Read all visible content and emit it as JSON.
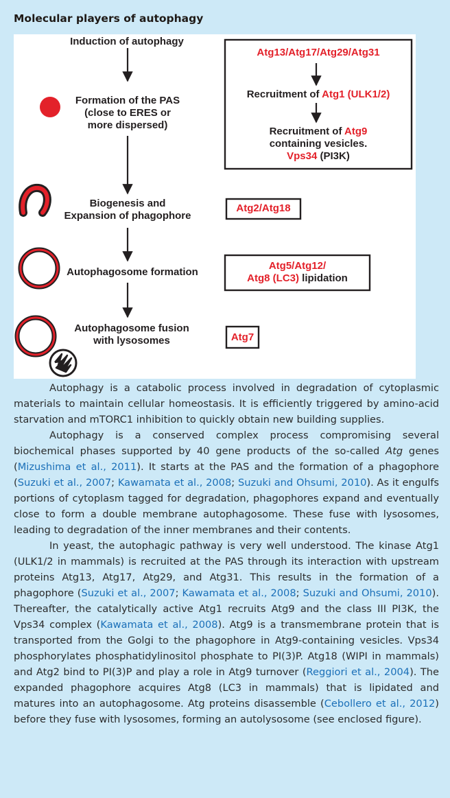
{
  "title": "Molecular players of autophagy",
  "figure": {
    "step1": "Induction of autophagy",
    "step2": [
      "Formation of the PAS",
      "(close to ERES or",
      "more dispersed)"
    ],
    "step3": [
      "Biogenesis and",
      "Expansion of phagophore"
    ],
    "step4": "Autophagosome formation",
    "step5": [
      "Autophagosome fusion",
      "with lysosomes"
    ],
    "box1": {
      "line1": "Atg13/Atg17/Atg29/Atg31",
      "line2_black": "Recruitment of ",
      "line2_red": "Atg1 (ULK1/2)",
      "line3_black": "Recruitment of ",
      "line3_red": "Atg9",
      "line4": "containing vesicles.",
      "line5_red": "Vps34",
      "line5_black": " (PI3K)"
    },
    "box2": "Atg2/Atg18",
    "box3": {
      "line1": "Atg5/Atg12/",
      "line2_red": "Atg8 (LC3)",
      "line2_black": " lipidation"
    },
    "box4": "Atg7",
    "colors": {
      "red": "#e3212a",
      "box_border": "#231f20"
    }
  },
  "paragraphs": {
    "p1": "Autophagy is a catabolic process involved in degradation of cytoplasmic materials to maintain cellular homeostasis. It is efficiently triggered by amino-acid starvation and mTORC1 inhibition to quickly obtain new building supplies.",
    "p2": {
      "a": "Autophagy is a conserved complex process compromising several biochemical phases supported by 40 gene products of the so-called ",
      "atg": "Atg",
      "b": " genes (",
      "ref1": "Mizushima et al., 2011",
      "c": "). It starts at the PAS and the formation of a phagophore (",
      "ref2": "Suzuki et al., 2007",
      "sep1": "; ",
      "ref3": "Kawamata et al., 2008",
      "sep2": "; ",
      "ref4": "Suzuki and Ohsumi, 2010",
      "d": "). As it engulfs portions of cytoplasm tagged for degradation, phagophores expand and eventually close to form a double membrane autophagosome. These fuse with lysosomes, leading to degradation of the inner membranes and their contents."
    },
    "p3": {
      "a": "In yeast, the autophagic pathway is very well understood. The kinase Atg1 (ULK1/2 in mammals) is recruited at the PAS through its interaction with upstream proteins Atg13, Atg17, Atg29, and Atg31. This results in the formation of a phagophore (",
      "ref1": "Suzuki et al., 2007",
      "sep1": "; ",
      "ref2": "Kawamata et al., 2008",
      "sep2": "; ",
      "ref3": "Suzuki and Ohsumi, 2010",
      "b": "). Thereafter, the catalytically active Atg1 recruits Atg9 and the class III PI3K, the Vps34 complex (",
      "ref4": "Kawamata et al., 2008",
      "c": "). Atg9 is a transmembrane protein that is transported from the Golgi to the phagophore in Atg9-containing vesicles. Vps34 phosphorylates phosphatidylinositol phosphate to PI(3)P. Atg18 (WIPI in mammals) and Atg2 bind to PI(3)P and play a role in Atg9 turnover (",
      "ref5": "Reggiori et al., 2004",
      "d": "). The expanded phagophore acquires Atg8 (LC3 in mammals) that is lipidated and matures into an autophagosome. Atg proteins disassemble (",
      "ref6": "Cebollero et al., 2012",
      "e": ") before they fuse with lysosomes, forming an autolysosome (see enclosed figure)."
    }
  }
}
